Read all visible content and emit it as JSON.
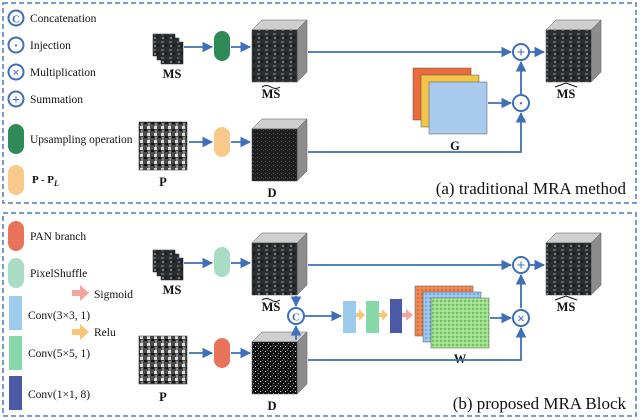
{
  "colors": {
    "panel_border": "#4a7cc0",
    "arrow": "#3f6fb8",
    "operator_ring": "#3f6fb8",
    "upsampling": "#2e8b57",
    "p_minus_pl": "#f8c98a",
    "pan_branch": "#e8735a",
    "pixel_shuffle": "#a9dcc4",
    "conv3": "#9ccbed",
    "conv5": "#86d8a8",
    "conv1": "#4a5aa6",
    "sigmoid_arrow": "#f4a3a0",
    "relu_arrow": "#f7c676",
    "g_front": "#a9cbee",
    "g_mid": "#f2c54a",
    "g_back": "#ec6b3e"
  },
  "legend_a": {
    "concatenation": {
      "symbol": "C",
      "label": "Concatenation"
    },
    "injection": {
      "symbol": "·",
      "label": "Injection"
    },
    "multiplication": {
      "symbol": "×",
      "label": "Multiplication"
    },
    "summation": {
      "symbol": "+",
      "label": "Summation"
    },
    "upsampling": {
      "label": "Upsampling operation"
    },
    "p_minus_pl": {
      "label": "P - P",
      "subscript": "L"
    }
  },
  "legend_b": {
    "pan_branch": "PAN branch",
    "pixel_shuffle": "PixelShuffle",
    "conv3": "Conv(3×3, 1)",
    "conv5": "Conv(5×5, 1)",
    "conv1": "Conv(1×1, 8)",
    "sigmoid": "Sigmoid",
    "relu": "Relu"
  },
  "panel_a": {
    "caption": "(a) traditional MRA method",
    "ms_label": "MS",
    "ms_up_label": "MS",
    "ms_out_label": "MS",
    "g_label": "G",
    "p_label": "P",
    "d_label": "D",
    "op_sum": "+",
    "op_inject": "·"
  },
  "panel_b": {
    "caption": "(b) proposed MRA Block",
    "ms_label": "MS",
    "ms_up_label": "MS",
    "ms_out_label": "MS",
    "w_label": "W",
    "p_label": "P",
    "d_label": "D",
    "op_sum": "+",
    "op_mult": "×",
    "op_concat": "C"
  }
}
